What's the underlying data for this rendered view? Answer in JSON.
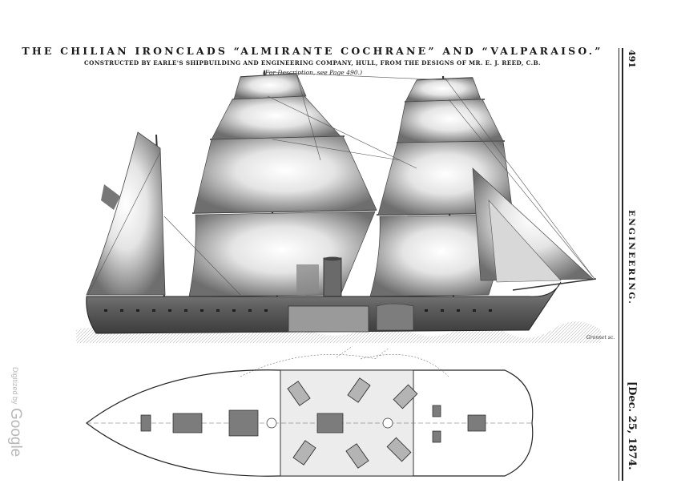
{
  "header": {
    "title": "THE CHILIAN IRONCLADS “ALMIRANTE COCHRANE” AND “VALPARAISO.”",
    "subtitle": "CONSTRUCTED BY EARLE'S SHIPBUILDING AND ENGINEERING COMPANY, HULL, FROM THE DESIGNS OF MR. E. J. REED, C.B.",
    "note": "(For Description, see Page 490.)"
  },
  "margin": {
    "page_number": "491",
    "journal": "ENGINEERING.",
    "date": "[Dec. 25, 1874."
  },
  "watermark": {
    "small": "Digitized by",
    "big": "Google"
  },
  "engraver_signature": "Gronnet sc."
}
